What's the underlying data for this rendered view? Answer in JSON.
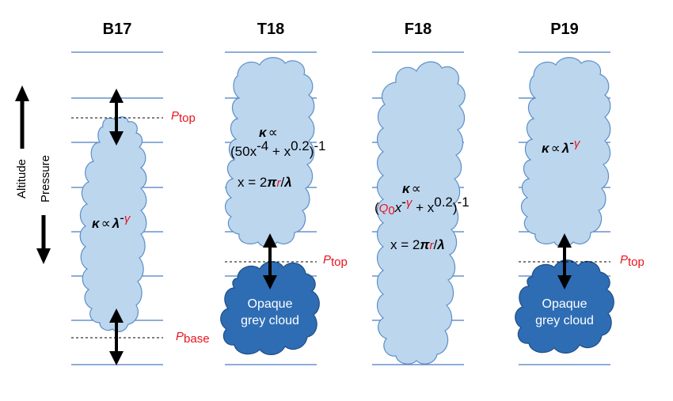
{
  "panels": [
    {
      "title": "B17"
    },
    {
      "title": "T18"
    },
    {
      "title": "F18"
    },
    {
      "title": "P19"
    }
  ],
  "side_labels": {
    "altitude": "Altitude",
    "pressure": "Pressure"
  },
  "pressure_labels": {
    "p": "P",
    "top": "top",
    "base": "base"
  },
  "formulas": {
    "kappa": "κ",
    "prop": "∝",
    "lambda": "λ",
    "gamma": "γ",
    "minus": "-",
    "t18_line2_a": "(50x",
    "t18_exp4": "-4",
    "t18_plus": " + x",
    "exp02": "0.2",
    "close": ")",
    "exp_m1": "-1",
    "x_eq": "x = 2",
    "pi": "π",
    "r": "r",
    "slash": "/",
    "f18_open": "(",
    "f18_Q0": "Q",
    "f18_Q0_sub": "0",
    "f18_x": "x",
    "f18_plus": " + x"
  },
  "opaque_cloud": {
    "line1": "Opaque",
    "line2": "grey cloud"
  },
  "colors": {
    "light_cloud": "#bcd6ee",
    "light_cloud_stroke": "#5b8fc8",
    "dark_cloud": "#2e6db4",
    "dark_cloud_stroke": "#1f4e86",
    "layer_line": "#4a7cc2",
    "red": "#e8141c"
  }
}
